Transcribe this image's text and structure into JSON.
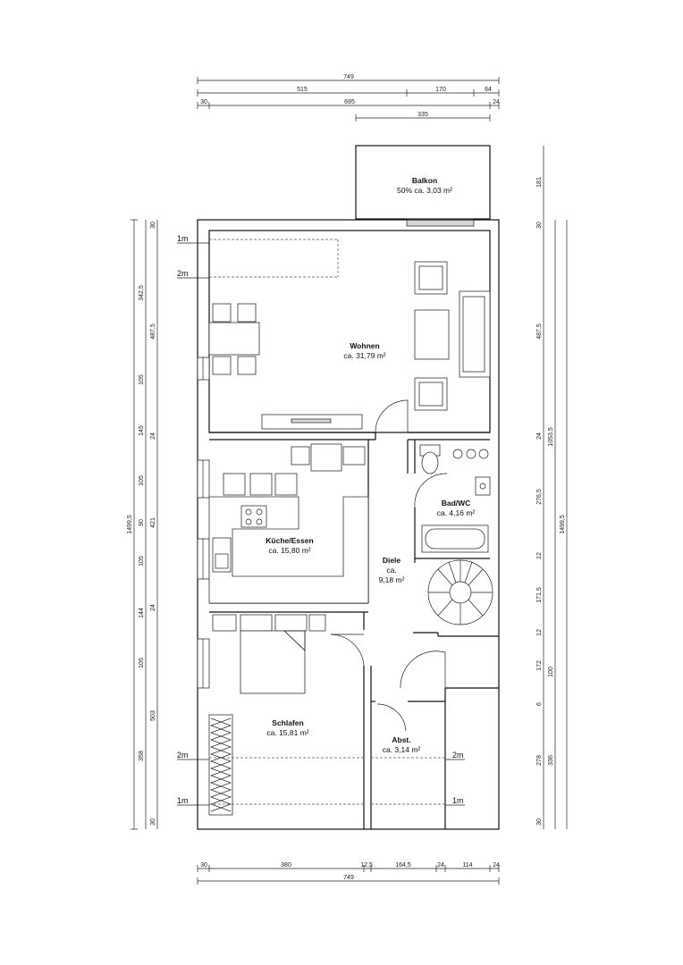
{
  "rooms": {
    "balkon": {
      "name": "Balkon",
      "area": "50% ca. 3,03 m²"
    },
    "wohnen": {
      "name": "Wohnen",
      "area": "ca. 31,79 m²"
    },
    "kueche": {
      "name": "Küche/Essen",
      "area": "ca. 15,80 m²"
    },
    "bad": {
      "name": "Bad/WC",
      "area": "ca. 4,16 m²"
    },
    "diele": {
      "name": "Diele",
      "area_line1": "ca.",
      "area_line2": "9,18 m²"
    },
    "schlafen": {
      "name": "Schlafen",
      "area": "ca. 15,81 m²"
    },
    "abst": {
      "name": "Abst.",
      "area": "ca. 3,14 m²"
    }
  },
  "height_marks": {
    "one_m": "1m",
    "two_m": "2m"
  },
  "dimensions": {
    "top_total": "749",
    "top_row2": [
      "515",
      "170",
      "64"
    ],
    "top_row3": [
      "30",
      "695",
      "24"
    ],
    "top_row4": [
      "335"
    ],
    "bottom_row1": [
      "30",
      "380",
      "12,5",
      "164,5",
      "24",
      "114",
      "24"
    ],
    "bottom_total": "749",
    "left_outer": "1499,5",
    "left_mid": [
      "342,5",
      "105",
      "145",
      "105",
      "90",
      "105",
      "144",
      "105",
      "503",
      "358"
    ],
    "left_inner": [
      "30",
      "487,5",
      "24",
      "421",
      "24",
      "30"
    ],
    "right_top": "181",
    "right_inner": [
      "30",
      "24",
      "276,5",
      "12",
      "171,5",
      "12",
      "172",
      "6",
      "278",
      "30"
    ],
    "right_mid": [
      "487,5",
      "1053,5",
      "100",
      "336"
    ],
    "right_outer": "1499,5"
  }
}
